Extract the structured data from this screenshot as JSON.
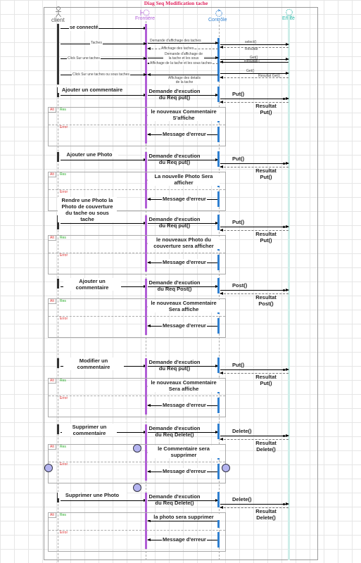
{
  "diagram": {
    "title": "Diag Seq  Modification tache",
    "participants": [
      {
        "label": "client",
        "color": "#555555"
      },
      {
        "label": "Frontière",
        "color": "#b15ed6"
      },
      {
        "label": "Contrôle",
        "color": "#2f80d1"
      },
      {
        "label": "Entité",
        "color": "#2ab8a8"
      }
    ],
    "top_messages": {
      "connect": "se connecté",
      "taches": "Taches",
      "req_affichage": "Demande d'affichage des taches",
      "affichage": "Affichage des taches",
      "select": "select()",
      "resultat": "Resultat",
      "click_tache": "Click Sur une taches",
      "detail_1": "Demande d'affichage de la tache et les sous taches",
      "affichage_sous": "Affichage de la tache et les sous taches",
      "get": "Get()",
      "resultat2": "Resultat()",
      "click_sous": "Click Sur une taches ou sous taches",
      "get2": "Get()",
      "detail_2": "Affichage des details de la tache",
      "resultat_get": "Resultat Get()"
    },
    "blocks": [
      {
        "action": "Ajouter un commentaire",
        "request": "Demande d'excution du Req put()",
        "call": "Put()",
        "result": "Resultat Put()",
        "alt": "Alt",
        "guard_ok": "Res",
        "success": "le nouveaux Commentaire S'affiche",
        "guard_err": "Error",
        "error": "Message d'erreur"
      },
      {
        "action": "Ajouter une Photo",
        "request": "Demande d'excution du Req put()",
        "call": "Put()",
        "result": "Resultat Put()",
        "alt": "Alt",
        "guard_ok": "Res",
        "success": "La nouvelle Photo Sera afficher",
        "guard_err": "Error",
        "error": "Message d'erreur"
      },
      {
        "action": "Rendre une Photo la Photo de couverture du tache ou sous tache",
        "request": "Demande d'excution du Req put()",
        "call": "Put()",
        "result": "Resultat Put()",
        "alt": "Alt",
        "guard_ok": "Res",
        "success": "le nouveaux Photo du couverture sera afficher",
        "guard_err": "Error",
        "error": "Message d'erreur"
      },
      {
        "action": "Ajouter un commentaire",
        "request": "Demande d'excution du Req Post()",
        "call": "Post()",
        "result": "Resultat Post()",
        "alt": "Alt",
        "guard_ok": "Res",
        "success": "le nouveaux Commentaire Sera affiche",
        "guard_err": "Error",
        "error": "Message d'erreur"
      },
      {
        "action": "Modifier un commentaire",
        "request": "Demande d'excution du Req put()",
        "call": "Put()",
        "result": "Resultat Put()",
        "alt": "Alt",
        "guard_ok": "Res",
        "success": "le nouveaux Commentaire Sera affiche",
        "guard_err": "Error",
        "error": "Message d'erreur"
      },
      {
        "action": "Supprimer un commentaire",
        "request": "Demande d'excution du Req Delete()",
        "call": "Delete()",
        "result": "Resultat Delete()",
        "alt": "Alt",
        "guard_ok": "Res",
        "success": "le Commentaire sera supprimer",
        "guard_err": "Error",
        "error": "Message d'erreur"
      },
      {
        "action": "Supprimer une Photo",
        "request": "Demande d'excution du Req Delete()",
        "call": "Delete()",
        "result": "Resultat Delete()",
        "alt": "Alt",
        "guard_ok": "Res",
        "success": "la photo sera supprimer",
        "guard_err": "Error",
        "error": "Message d'erreur"
      }
    ]
  }
}
